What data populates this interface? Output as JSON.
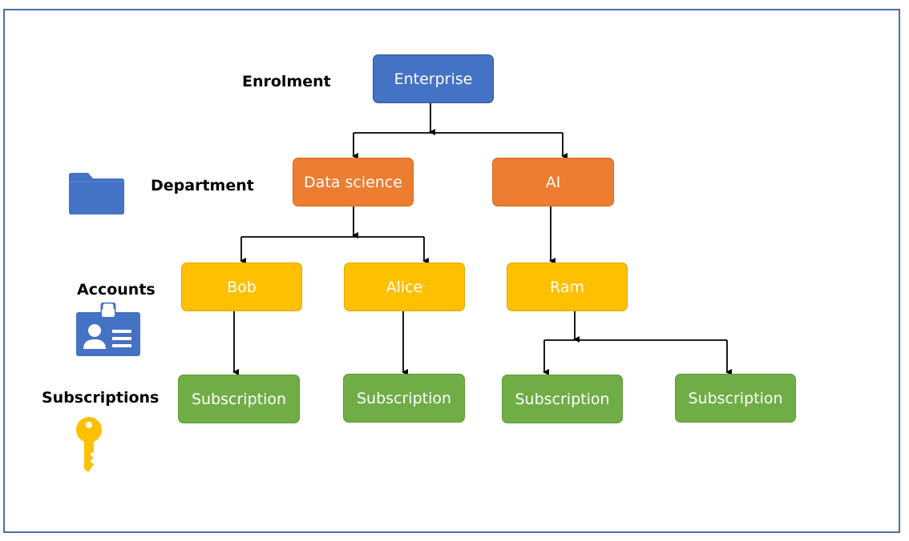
{
  "levels": {
    "enrolment": "Enrolment",
    "department": "Department",
    "accounts": "Accounts",
    "subscriptions": "Subscriptions"
  },
  "nodes": {
    "enterprise": "Enterprise",
    "data_science": "Data science",
    "ai": "AI",
    "bob": "Bob",
    "alice": "Alice",
    "ram": "Ram",
    "subscription_bob": "Subscription",
    "subscription_alice": "Subscription",
    "subscription_ram_1": "Subscription",
    "subscription_ram_2": "Subscription"
  },
  "colors": {
    "enterprise": "#4472c4",
    "department": "#ed7d31",
    "account": "#ffc000",
    "subscription": "#70ad47",
    "folder_icon": "#4472c4",
    "key_icon": "#ffc000"
  },
  "icons": {
    "department": "folder-icon",
    "accounts": "id-badge-icon",
    "subscriptions": "key-icon"
  }
}
